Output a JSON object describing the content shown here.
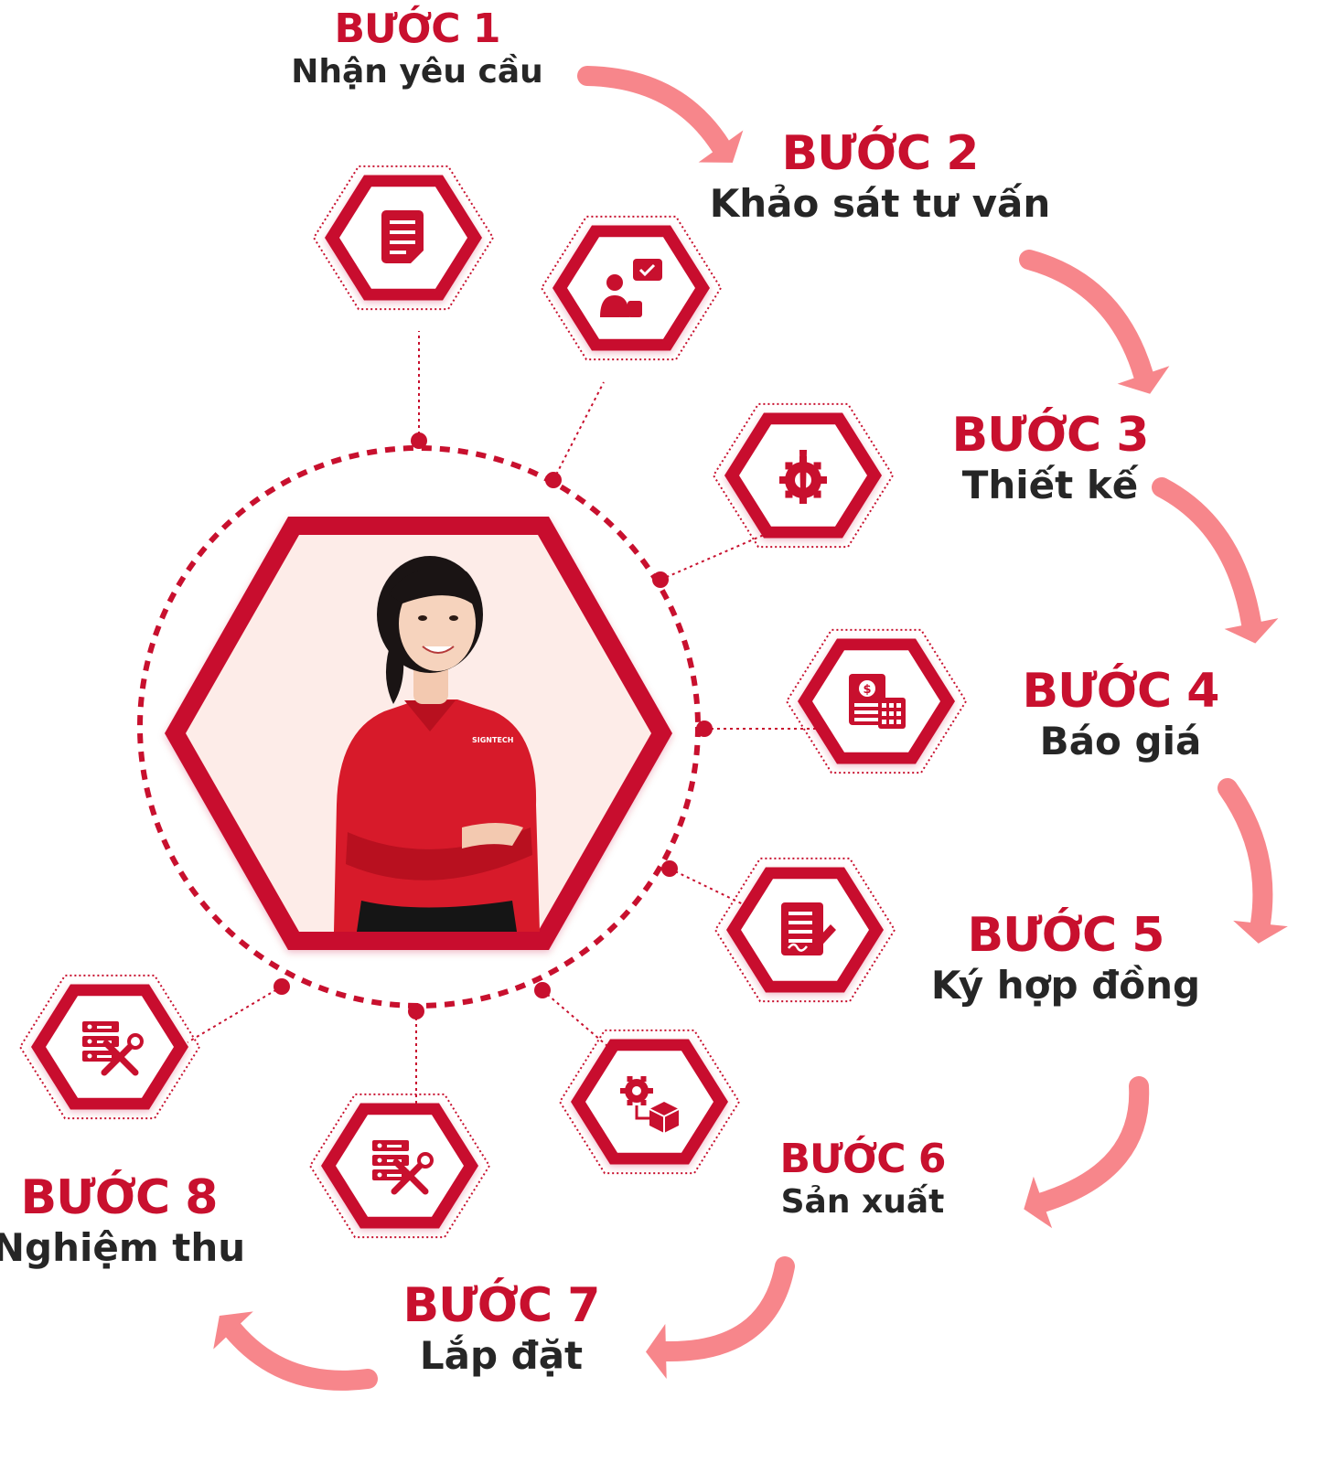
{
  "colors": {
    "primary": "#c8102e",
    "arrow": "#f7868b",
    "text": "#262626",
    "portrait_bg": "#fdece8"
  },
  "portrait": {
    "description_icon": "woman-in-red-shirt-avatar",
    "shirt_logo": "SIGNTECH"
  },
  "steps": [
    {
      "label": "BƯỚC 1",
      "title": "Nhận yêu cầu",
      "icon": "document-icon"
    },
    {
      "label": "BƯỚC 2",
      "title": "Khảo sát tư vấn",
      "icon": "consultation-chat-icon"
    },
    {
      "label": "BƯỚC 3",
      "title": "Thiết kế",
      "icon": "design-gear-icon"
    },
    {
      "label": "BƯỚC 4",
      "title": "Báo giá",
      "icon": "quote-calculator-icon"
    },
    {
      "label": "BƯỚC 5",
      "title": "Ký hợp đồng",
      "icon": "contract-sign-icon"
    },
    {
      "label": "BƯỚC 6",
      "title": "Sản xuất",
      "icon": "production-gear-box-icon"
    },
    {
      "label": "BƯỚC 7",
      "title": "Lắp đặt",
      "icon": "install-tools-icon"
    },
    {
      "label": "BƯỚC 8",
      "title": "Nghiệm thu",
      "icon": "acceptance-tools-icon"
    }
  ]
}
